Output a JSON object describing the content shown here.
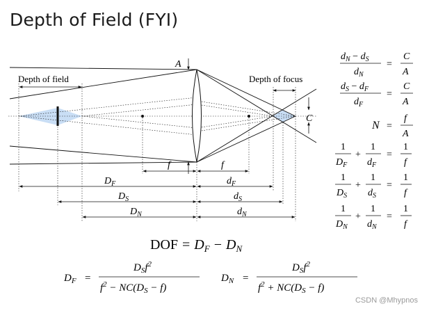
{
  "title": "Depth of Field (FYI)",
  "diagram": {
    "labels": {
      "depth_of_field": "Depth of field",
      "depth_of_focus": "Depth of focus",
      "aperture": "A",
      "coc": "C",
      "f_left": "f",
      "f_right": "f"
    },
    "distances": [
      {
        "name": "D",
        "sub": "F"
      },
      {
        "name": "d",
        "sub": "F"
      },
      {
        "name": "D",
        "sub": "S"
      },
      {
        "name": "d",
        "sub": "S"
      },
      {
        "name": "D",
        "sub": "N"
      },
      {
        "name": "d",
        "sub": "N"
      }
    ]
  },
  "equations": {
    "e1": {
      "num_a": "d",
      "num_a_sub": "N",
      "minus": " − ",
      "num_b": "d",
      "num_b_sub": "S",
      "den": "d",
      "den_sub": "N",
      "eq": "=",
      "rnum": "C",
      "rden": "A"
    },
    "e2": {
      "num_a": "d",
      "num_a_sub": "S",
      "minus": " − ",
      "num_b": "d",
      "num_b_sub": "F",
      "den": "d",
      "den_sub": "F",
      "eq": "=",
      "rnum": "C",
      "rden": "A"
    },
    "e3": {
      "lhs": "N",
      "eq": "=",
      "rnum": "f",
      "rden": "A"
    },
    "e4": {
      "one": "1",
      "a": "D",
      "a_sub": "F",
      "plus": "+",
      "b": "d",
      "b_sub": "F",
      "eq": "=",
      "rnum": "1",
      "rden": "f"
    },
    "e5": {
      "one": "1",
      "a": "D",
      "a_sub": "S",
      "plus": "+",
      "b": "d",
      "b_sub": "S",
      "eq": "=",
      "rnum": "1",
      "rden": "f"
    },
    "e6": {
      "one": "1",
      "a": "D",
      "a_sub": "N",
      "plus": "+",
      "b": "d",
      "b_sub": "N",
      "eq": "=",
      "rnum": "1",
      "rden": "f"
    }
  },
  "dof": {
    "text": "DOF",
    "eq": "=",
    "a": "D",
    "a_sub": "F",
    "minus": "−",
    "b": "D",
    "b_sub": "N"
  },
  "bottom_formulas": {
    "df": {
      "lhs": "D",
      "lhs_sub": "F",
      "eq": "=",
      "num_a": "D",
      "num_a_sub": "S",
      "num_b": "f",
      "num_b_sup": "2",
      "den": "f",
      "den_sup": "2",
      "den_rest": " − NC(D",
      "den_sub": "S",
      "den_tail": " − f)"
    },
    "dn": {
      "lhs": "D",
      "lhs_sub": "N",
      "eq": "=",
      "num_a": "D",
      "num_a_sub": "S",
      "num_b": "f",
      "num_b_sup": "2",
      "den": "f",
      "den_sup": "2",
      "den_rest": " + NC(D",
      "den_sub": "S",
      "den_tail": " − f)"
    }
  },
  "watermark": "CSDN @Mhypnos",
  "colors": {
    "cone_fill": "#c9def5",
    "ink": "#111111"
  }
}
